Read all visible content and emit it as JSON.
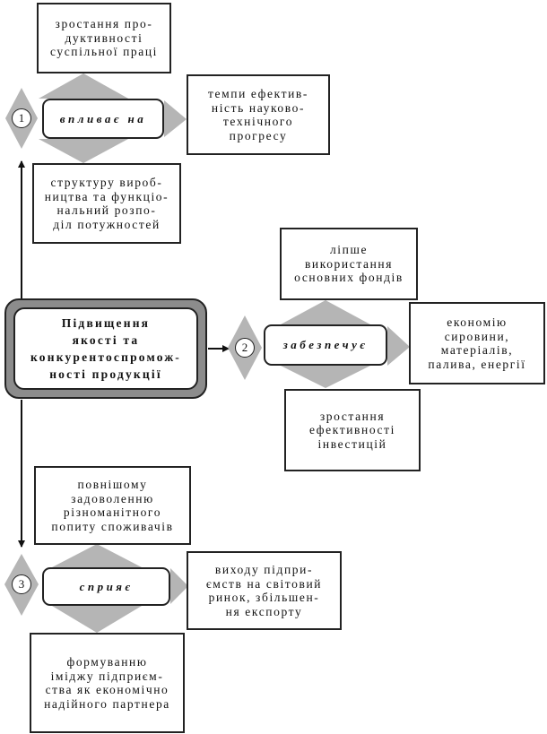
{
  "main_box": {
    "text": "Підвищення\nякості та\nконкурентоспромож-\nності продукції"
  },
  "groups": [
    {
      "number": "1",
      "verb": "впливає на",
      "top": "зростання про-\nдуктивності\nсуспільної праці",
      "right": "темпи ефектив-\nність науково-\nтехнічного\nпрогресу",
      "bottom": "структуру вироб-\nництва та функціо-\nнальний розпо-\nділ потужностей"
    },
    {
      "number": "2",
      "verb": "забезпечує",
      "top": "ліпше\nвикористання\nосновних фондів",
      "right": "економію\nсировини,\nматеріалів,\nпалива, енергії",
      "bottom": "зростання\nефективності\nінвестицій"
    },
    {
      "number": "3",
      "verb": "сприяє",
      "top": "повнішому\nзадоволенню\nрізноманітного\nпопиту споживачів",
      "right": "виходу підпри-\nємств на світовий\nринок, збільшен-\nня експорту",
      "bottom": "формуванню\nіміджу підприєм-\nства як економічно\nнадійного партнера"
    }
  ],
  "colors": {
    "diamond": "#b5b5b5",
    "frame": "#8c8c8c",
    "line": "#111111"
  }
}
